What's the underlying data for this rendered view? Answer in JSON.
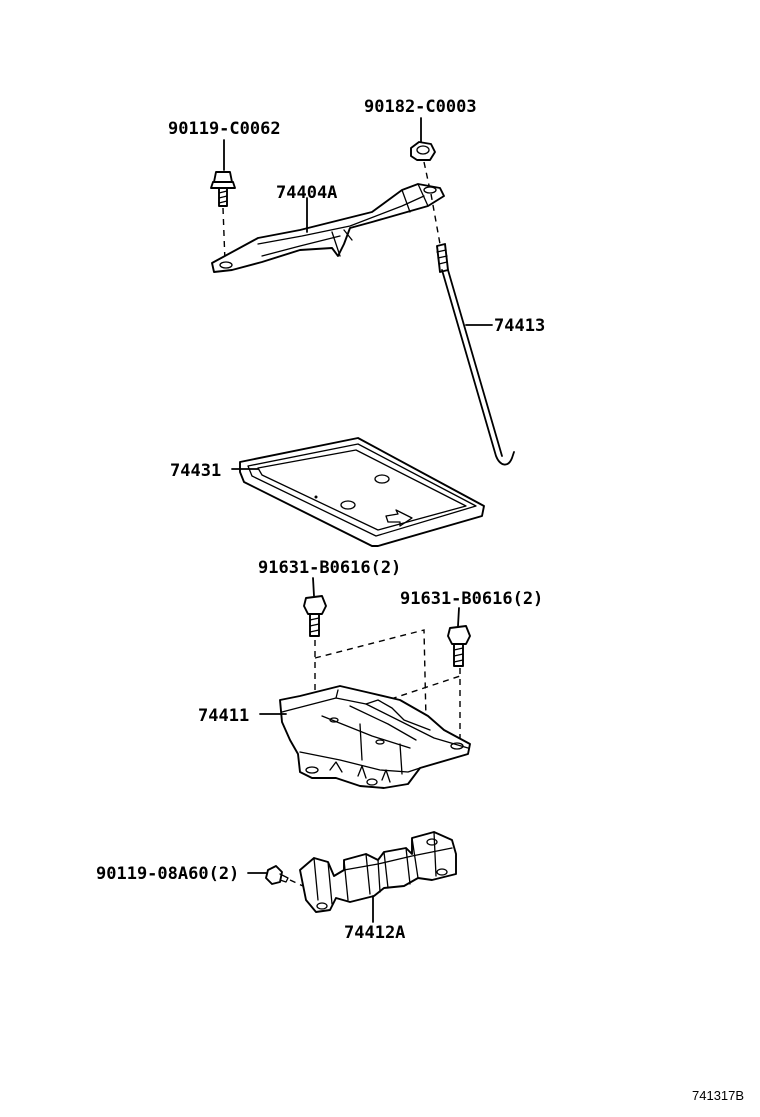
{
  "diagram": {
    "figure_number": "741317B",
    "labels": {
      "bolt_top_left": "90119-C0062",
      "nut_top_right": "90182-C0003",
      "clamp": "74404A",
      "rod": "74413",
      "tray": "74431",
      "bolt_mid_left": "91631-B0616(2)",
      "bolt_mid_right": "91631-B0616(2)",
      "carrier": "74411",
      "bolt_bottom": "90119-08A60(2)",
      "bracket": "74412A"
    }
  }
}
